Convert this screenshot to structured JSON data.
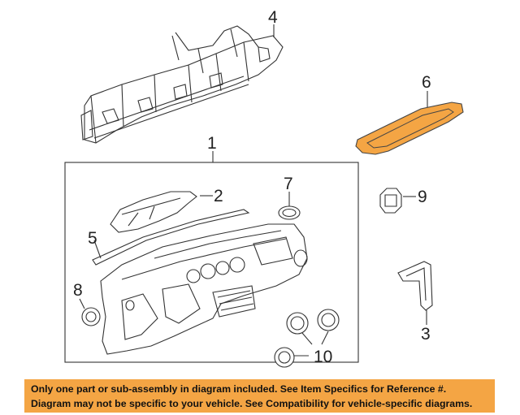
{
  "callouts": {
    "c1": "1",
    "c2": "2",
    "c3": "3",
    "c4": "4",
    "c5": "5",
    "c6": "6",
    "c7": "7",
    "c8": "8",
    "c9": "9",
    "c10": "10"
  },
  "highlight_color": "#f4a544",
  "banner": {
    "line1": "Only one part or sub-assembly in diagram included. See Item Specifics for Reference #.",
    "line2": "Diagram may not be specific to your vehicle. See Compatibility for vehicle-specific diagrams."
  }
}
